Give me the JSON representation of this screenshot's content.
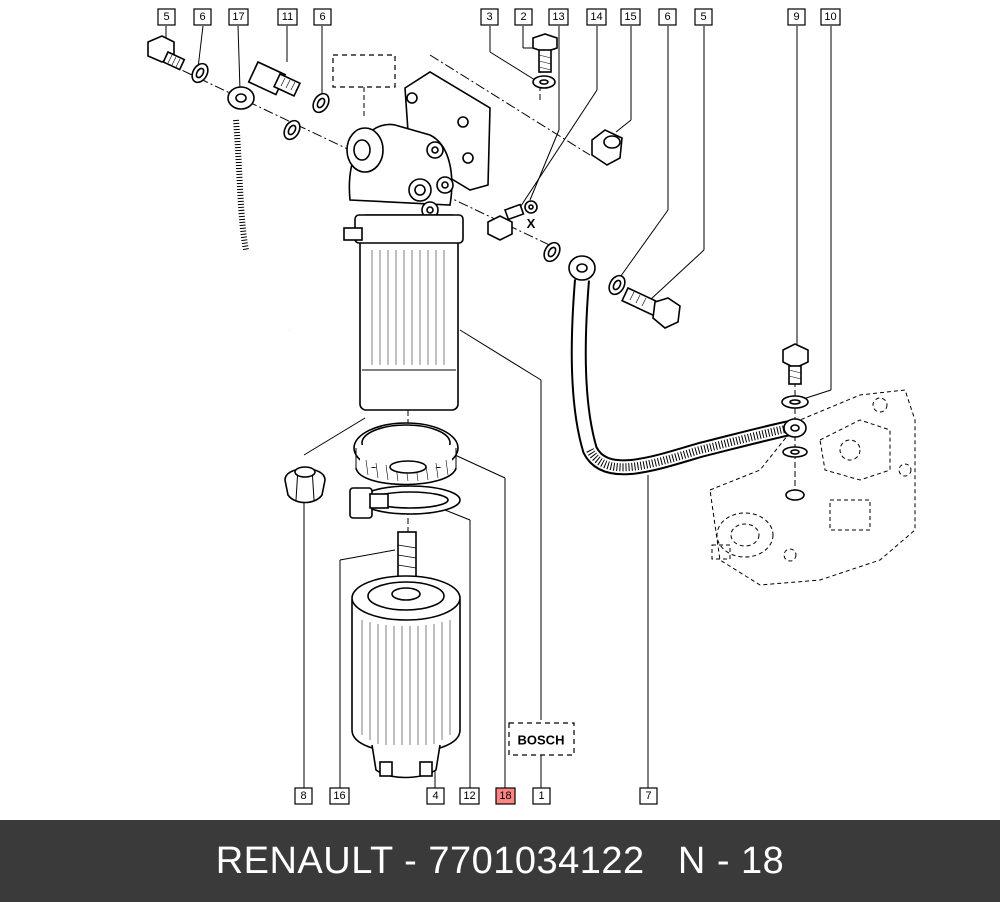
{
  "callouts": [
    {
      "id": "c5a",
      "label": "5"
    },
    {
      "id": "c6a",
      "label": "6"
    },
    {
      "id": "c17",
      "label": "17"
    },
    {
      "id": "c11",
      "label": "11"
    },
    {
      "id": "c6b",
      "label": "6"
    },
    {
      "id": "c3",
      "label": "3"
    },
    {
      "id": "c2",
      "label": "2"
    },
    {
      "id": "c13",
      "label": "13"
    },
    {
      "id": "c14",
      "label": "14"
    },
    {
      "id": "c15",
      "label": "15"
    },
    {
      "id": "c6c",
      "label": "6"
    },
    {
      "id": "c5b",
      "label": "5"
    },
    {
      "id": "c9",
      "label": "9"
    },
    {
      "id": "c10",
      "label": "10"
    },
    {
      "id": "c8",
      "label": "8"
    },
    {
      "id": "c16",
      "label": "16"
    },
    {
      "id": "c4",
      "label": "4"
    },
    {
      "id": "c12",
      "label": "12"
    },
    {
      "id": "c18",
      "label": "18",
      "highlight": true
    },
    {
      "id": "c1",
      "label": "1"
    },
    {
      "id": "c7",
      "label": "7"
    }
  ],
  "annotations": {
    "bosch": "BOSCH",
    "x_mark": "X"
  },
  "footer": {
    "title": "RENAULT - 7701034122   N - 18"
  },
  "colors": {
    "highlight": "#ff8585",
    "footer_bg": "#3a3a3a",
    "footer_text": "#ffffff"
  }
}
